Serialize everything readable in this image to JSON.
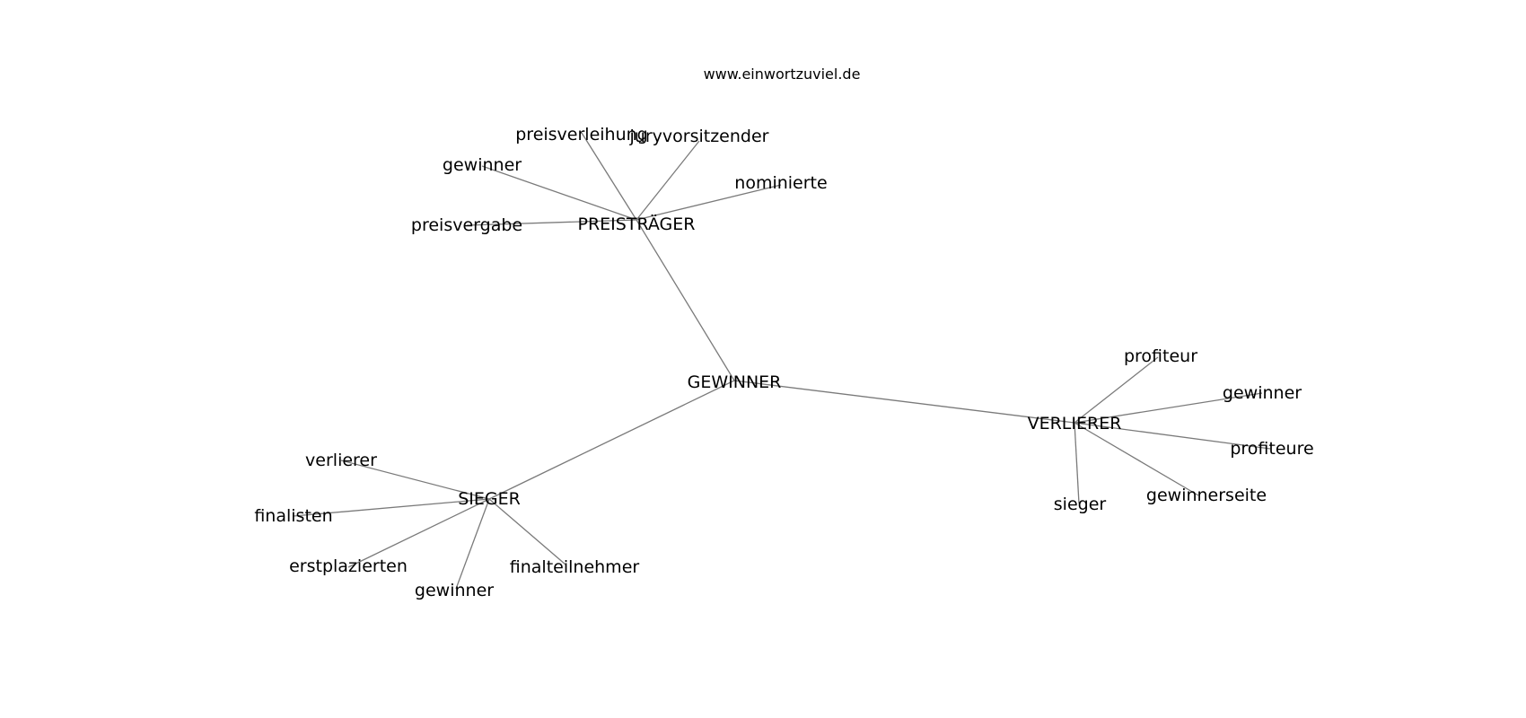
{
  "watermark": "www.einwortzuviel.de",
  "colors": {
    "edge": "#7a7a7a",
    "text": "#000000",
    "background": "#ffffff"
  },
  "graph": {
    "center": "GEWINNER",
    "clusters": [
      {
        "hub": "PREISTRÄGER",
        "leaves": [
          "preisverleihung",
          "juryvorsitzender",
          "gewinner",
          "nominierte",
          "preisvergabe"
        ]
      },
      {
        "hub": "SIEGER",
        "leaves": [
          "verlierer",
          "finalisten",
          "erstplazierten",
          "gewinner",
          "finalteilnehmer"
        ]
      },
      {
        "hub": "VERLIERER",
        "leaves": [
          "profiteur",
          "gewinner",
          "profiteure",
          "sieger",
          "gewinnerseite"
        ]
      }
    ]
  }
}
